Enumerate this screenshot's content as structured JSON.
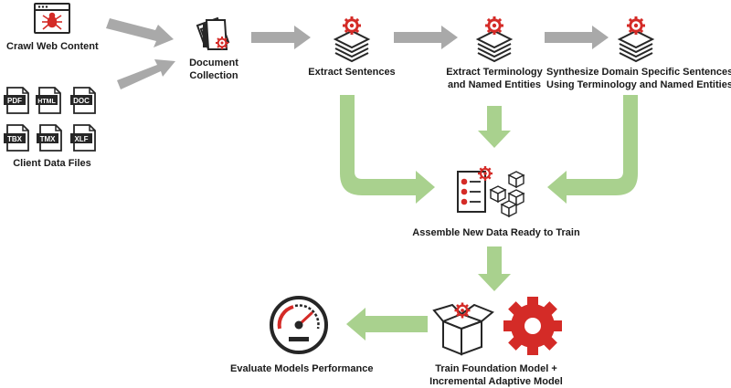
{
  "nodes": {
    "crawl": {
      "label": "Crawl Web Content",
      "icon": "browser-spider-icon"
    },
    "client_files": {
      "label": "Client Data Files",
      "files": [
        "PDF",
        "HTML",
        "DOC",
        "TBX",
        "TMX",
        "XLF"
      ],
      "icon": "document-file-icon"
    },
    "doc_collection": {
      "label_line1": "Document",
      "label_line2": "Collection",
      "icon": "document-stack-gear-icon"
    },
    "extract_sentences": {
      "label": "Extract Sentences",
      "icon": "layer-stack-gear-icon"
    },
    "extract_terminology": {
      "label_line1": "Extract Terminology",
      "label_line2": "and Named Entities",
      "icon": "layer-stack-gear-icon"
    },
    "synthesize": {
      "label_line1": "Synthesize Domain Specific Sentences",
      "label_line2": "Using Terminology and Named Entities",
      "icon": "layer-stack-gear-icon"
    },
    "assemble": {
      "label": "Assemble New Data Ready to Train",
      "icon": "checklist-boxes-gear-icon"
    },
    "train": {
      "label_line1": "Train Foundation Model +",
      "label_line2": "Incremental Adaptive Model",
      "icon": "open-box-gear-icon"
    },
    "evaluate": {
      "label": "Evaluate Models Performance",
      "icon": "speedometer-icon"
    }
  },
  "colors": {
    "gray_arrow": "#a9a9a9",
    "green_arrow": "#a9d18e",
    "accent_red": "#d42b27",
    "icon_dark": "#262626"
  }
}
